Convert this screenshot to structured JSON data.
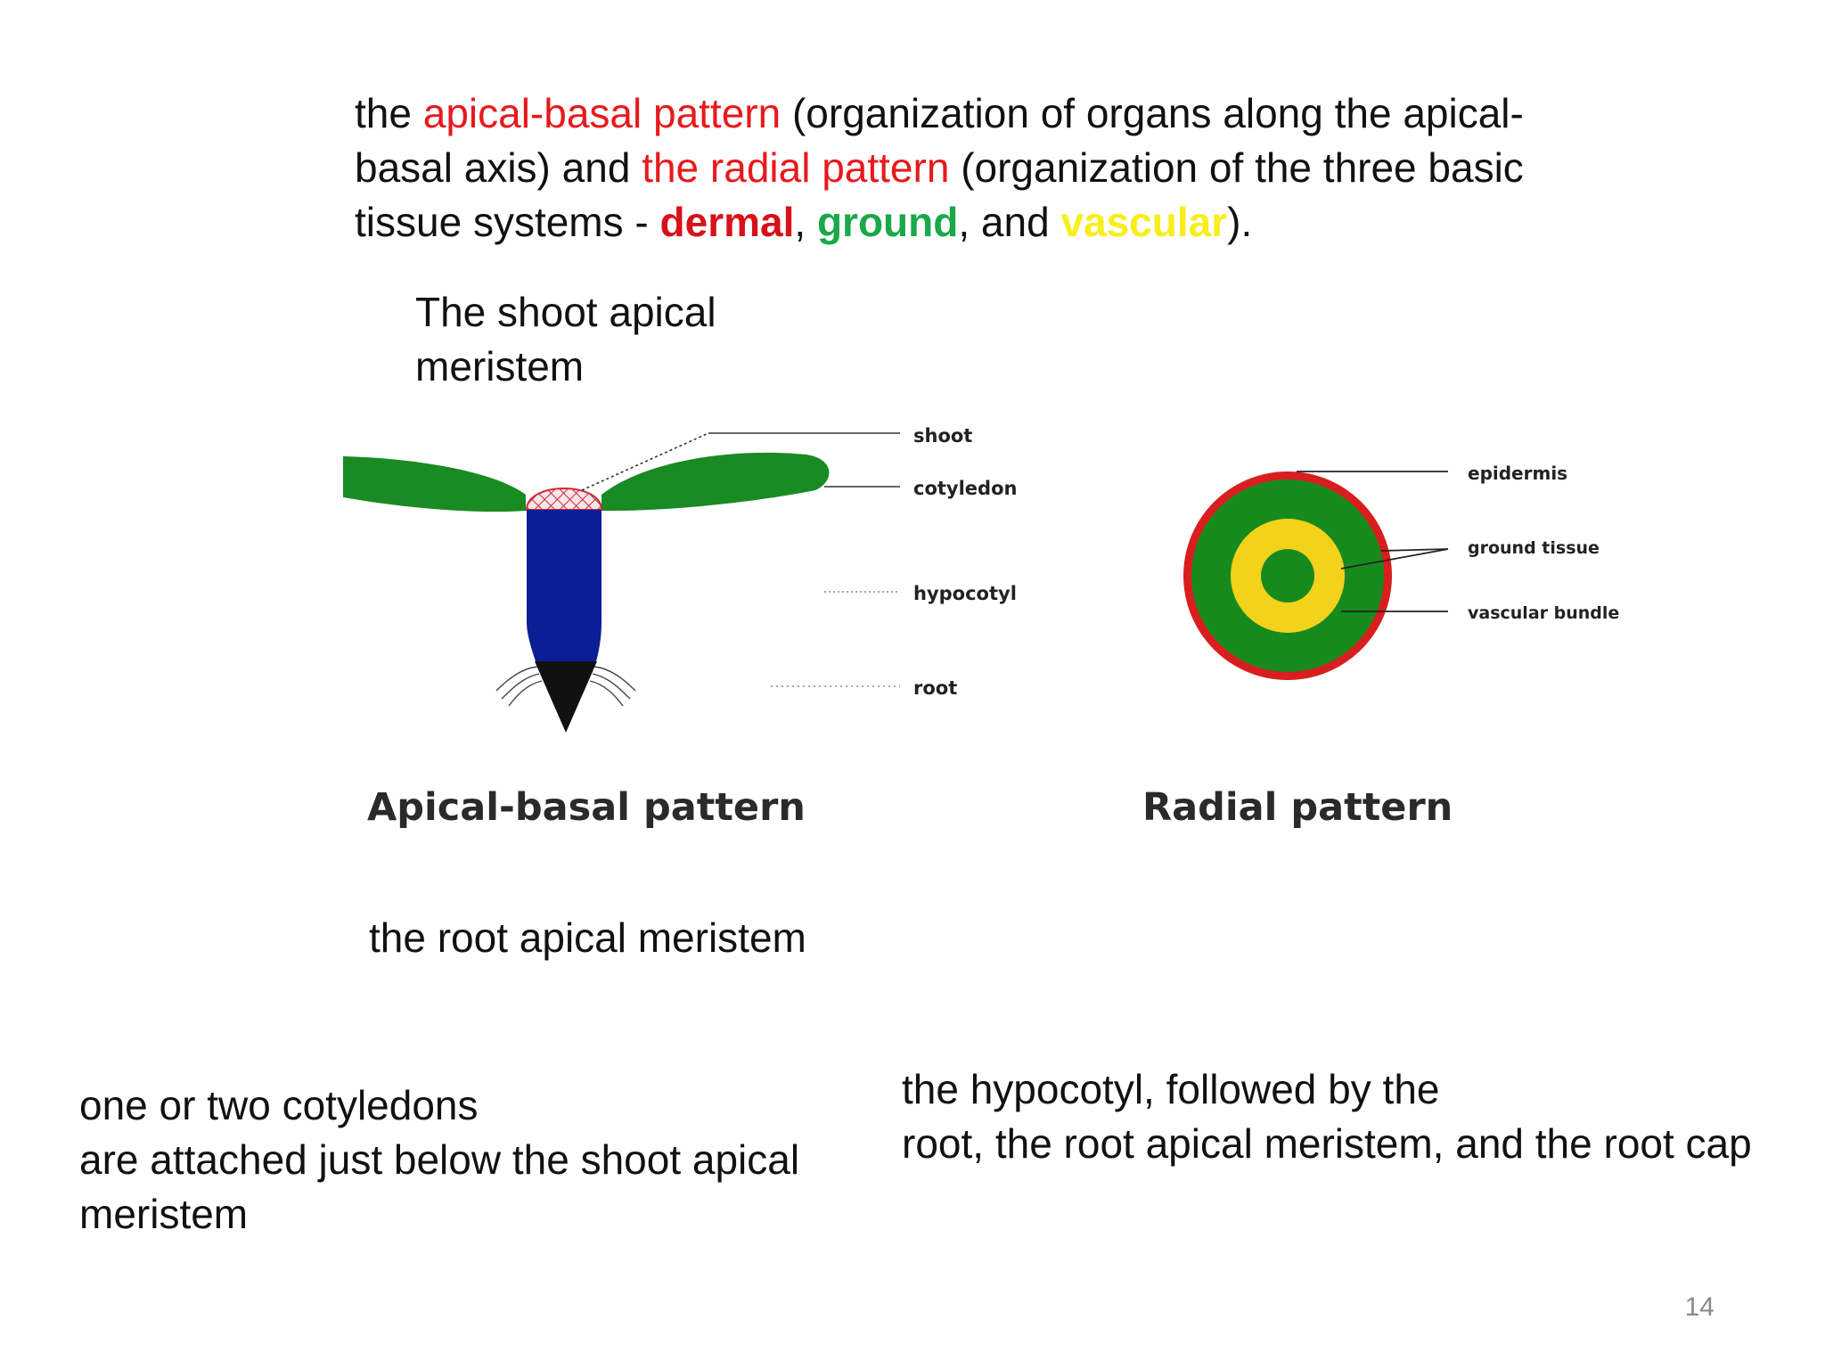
{
  "intro": {
    "t1": "the ",
    "t2": "apical-basal pattern",
    "t3": "  (organization of organs along the apical-basal axis) and ",
    "t4": "the radial pattern",
    "t5": " (organization of the three basic tissue systems - ",
    "dermal": "dermal",
    "t6": ", ",
    "ground": "ground",
    "t7": ", and ",
    "vascular": "vascular",
    "t8": ")."
  },
  "captions": {
    "shoot": "The shoot apical meristem",
    "root": "the root apical meristem",
    "cotyledons": "one or two cotyledons\nare attached just below the shoot apical meristem",
    "hypocotyl": "the hypocotyl, followed by the\nroot, the root apical meristem, and the root cap"
  },
  "apical_figure": {
    "title": "Apical-basal pattern",
    "labels": [
      "shoot",
      "cotyledon",
      "hypocotyl",
      "root"
    ]
  },
  "radial_figure": {
    "title": "Radial pattern",
    "labels": [
      "epidermis",
      "ground tissue",
      "vascular bundle"
    ]
  },
  "colors": {
    "cotyledon": "#1a8a22",
    "hypocotyl": "#0a1e96",
    "root": "#111111",
    "shoot_meristem": "#cc2a3a",
    "epidermis": "#d81e1e",
    "ground_tissue": "#178a1e",
    "vascular": "#f2d21a"
  },
  "page_number": "14"
}
